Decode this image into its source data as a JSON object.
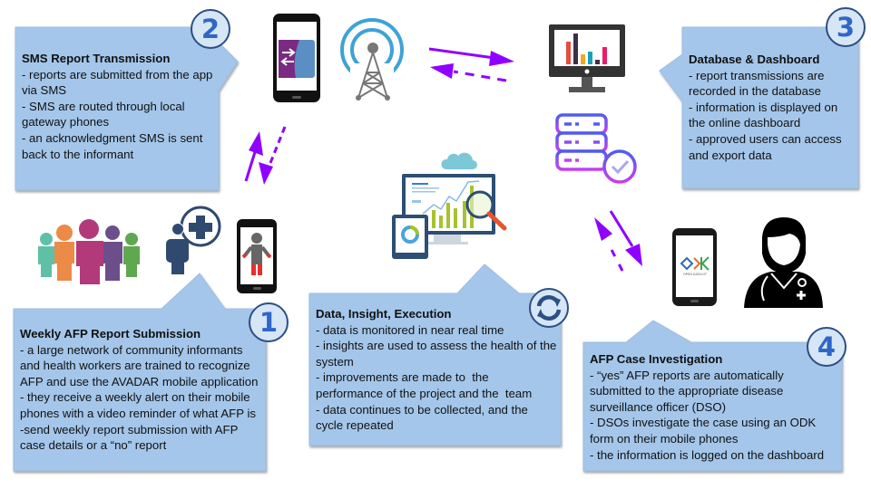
{
  "colors": {
    "box_fill": "#a4c6ea",
    "box_stroke": "#8eb2d8",
    "arrow": "#8f00ff",
    "badge_border": "#2c4f82",
    "badge_fill": "#d6e6f6",
    "badge_text": "#2f66c9"
  },
  "steps": [
    {
      "number": "1",
      "title": "Weekly AFP Report Submission",
      "lines": [
        "- a large network of community informants",
        "and health workers are trained to recognize",
        "AFP and use the AVADAR mobile application",
        "- they receive a weekly alert on their mobile",
        "phones with a video reminder of what AFP is",
        "-send weekly report submission with AFP",
        "case details or a “no” report"
      ],
      "icons": [
        "community-group-icon",
        "health-worker-plus-icon",
        "phone-child-icon"
      ]
    },
    {
      "number": "2",
      "title": "SMS Report Transmission",
      "lines": [
        "- reports are submitted from the app",
        "via SMS",
        "- SMS are routed through local",
        "gateway phones",
        "- an acknowledgment SMS is sent",
        "back to the informant"
      ],
      "icons": [
        "phone-app-icon",
        "cell-tower-icon"
      ]
    },
    {
      "number": "3",
      "title": "Database & Dashboard",
      "lines": [
        "- report transmissions are",
        "recorded in the database",
        "- information is displayed on",
        "the online dashboard",
        "- approved users can access",
        "and export data"
      ],
      "icons": [
        "monitor-chart-icon",
        "database-check-icon"
      ]
    },
    {
      "number": "4",
      "title": "AFP Case Investigation",
      "lines": [
        "- “yes” AFP reports are automatically",
        "submitted to the appropriate disease",
        "surveillance officer (DSO)",
        "- DSOs investigate the case using an ODK",
        "form on their mobile phones",
        "- the information is logged on the dashboard"
      ],
      "icons": [
        "phone-odk-icon",
        "doctor-icon"
      ]
    }
  ],
  "center": {
    "title": "Data, Insight, Execution",
    "lines": [
      "- data is monitored in near real time",
      "- insights are used to assess the health of the",
      "system",
      "- improvements are made to  the",
      "performance of the project and the  team",
      "- data continues to be collected, and the",
      "cycle repeated"
    ],
    "badge_icon": "cycle-refresh-icon",
    "icon": "analytics-dashboard-icon"
  },
  "odk_logo_text": "OPEN DATA KIT"
}
